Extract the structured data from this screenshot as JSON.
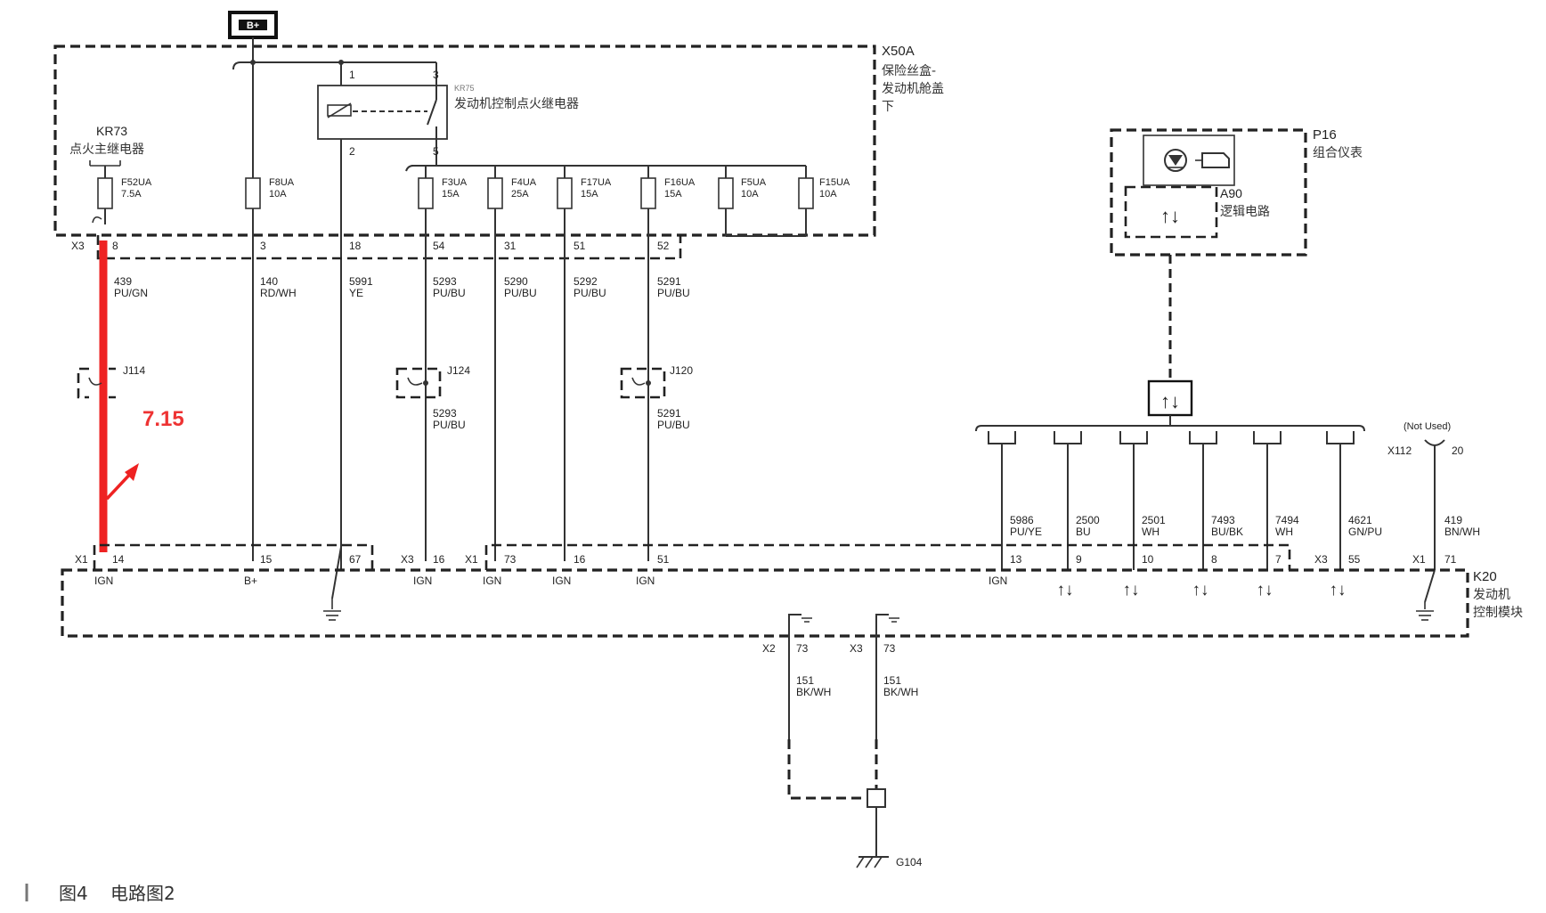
{
  "battery": "B+",
  "fuse_box": {
    "id": "X50A",
    "name_lines": [
      "保险丝盒-",
      "发动机舱盖",
      "下"
    ]
  },
  "main_relay": {
    "id": "KR73",
    "name": "点火主继电器"
  },
  "engine_relay": {
    "id": "KR75",
    "name": "发动机控制点火继电器",
    "pins": [
      "1",
      "3",
      "2",
      "5"
    ]
  },
  "fuses": [
    {
      "name": "F52UA",
      "rating": "7.5A"
    },
    {
      "name": "F8UA",
      "rating": "10A"
    },
    {
      "name": "F3UA",
      "rating": "15A"
    },
    {
      "name": "F4UA",
      "rating": "25A"
    },
    {
      "name": "F17UA",
      "rating": "15A"
    },
    {
      "name": "F16UA",
      "rating": "15A"
    },
    {
      "name": "F5UA",
      "rating": "10A"
    },
    {
      "name": "F15UA",
      "rating": "10A"
    }
  ],
  "fusebox_connector": "X3",
  "fusebox_pins": [
    "8",
    "3",
    "18",
    "54",
    "31",
    "51",
    "52"
  ],
  "wires": [
    {
      "num": "439",
      "color": "PU/GN"
    },
    {
      "num": "140",
      "color": "RD/WH"
    },
    {
      "num": "5991",
      "color": "YE"
    },
    {
      "num": "5293",
      "color": "PU/BU"
    },
    {
      "num": "5290",
      "color": "PU/BU"
    },
    {
      "num": "5292",
      "color": "PU/BU"
    },
    {
      "num": "5291",
      "color": "PU/BU"
    }
  ],
  "splices": [
    {
      "id": "J114"
    },
    {
      "id": "J124",
      "num": "5293",
      "color": "PU/BU"
    },
    {
      "id": "J120",
      "num": "5291",
      "color": "PU/BU"
    }
  ],
  "voltage_annotation": "7.15",
  "ecm": {
    "id": "K20",
    "name_lines": [
      "发动机",
      "控制模块"
    ]
  },
  "ecm_pins": [
    {
      "conn": "X1",
      "pin": "14",
      "func": "IGN"
    },
    {
      "pin": "15",
      "func": "B+"
    },
    {
      "pin": "67"
    },
    {
      "conn": "X3",
      "pin": "16",
      "func": "IGN"
    },
    {
      "conn": "X1",
      "pin": "73",
      "func": "IGN"
    },
    {
      "pin": "16",
      "func": "IGN"
    },
    {
      "pin": "51",
      "func": "IGN"
    },
    {
      "pin": "13",
      "func": "IGN"
    },
    {
      "pin": "9"
    },
    {
      "pin": "10"
    },
    {
      "pin": "8"
    },
    {
      "pin": "7"
    },
    {
      "conn": "X3",
      "pin": "55"
    },
    {
      "conn": "X1",
      "pin": "71"
    }
  ],
  "data_wires": [
    {
      "num": "5986",
      "color": "PU/YE"
    },
    {
      "num": "2500",
      "color": "BU"
    },
    {
      "num": "2501",
      "color": "WH"
    },
    {
      "num": "7493",
      "color": "BU/BK"
    },
    {
      "num": "7494",
      "color": "WH"
    },
    {
      "num": "4621",
      "color": "GN/PU"
    }
  ],
  "cluster": {
    "id": "P16",
    "name": "组合仪表"
  },
  "logic": {
    "id": "A90",
    "name": "逻辑电路"
  },
  "x112": {
    "label": "(Not Used)",
    "conn": "X112",
    "pin": "20",
    "wire_num": "419",
    "wire_color": "BN/WH"
  },
  "grounds": [
    {
      "conn": "X2",
      "pin": "73",
      "num": "151",
      "color": "BK/WH"
    },
    {
      "conn": "X3",
      "pin": "73",
      "num": "151",
      "color": "BK/WH"
    }
  ],
  "ground_point": "G104",
  "caption": {
    "fig": "图4",
    "title": "电路图2"
  }
}
